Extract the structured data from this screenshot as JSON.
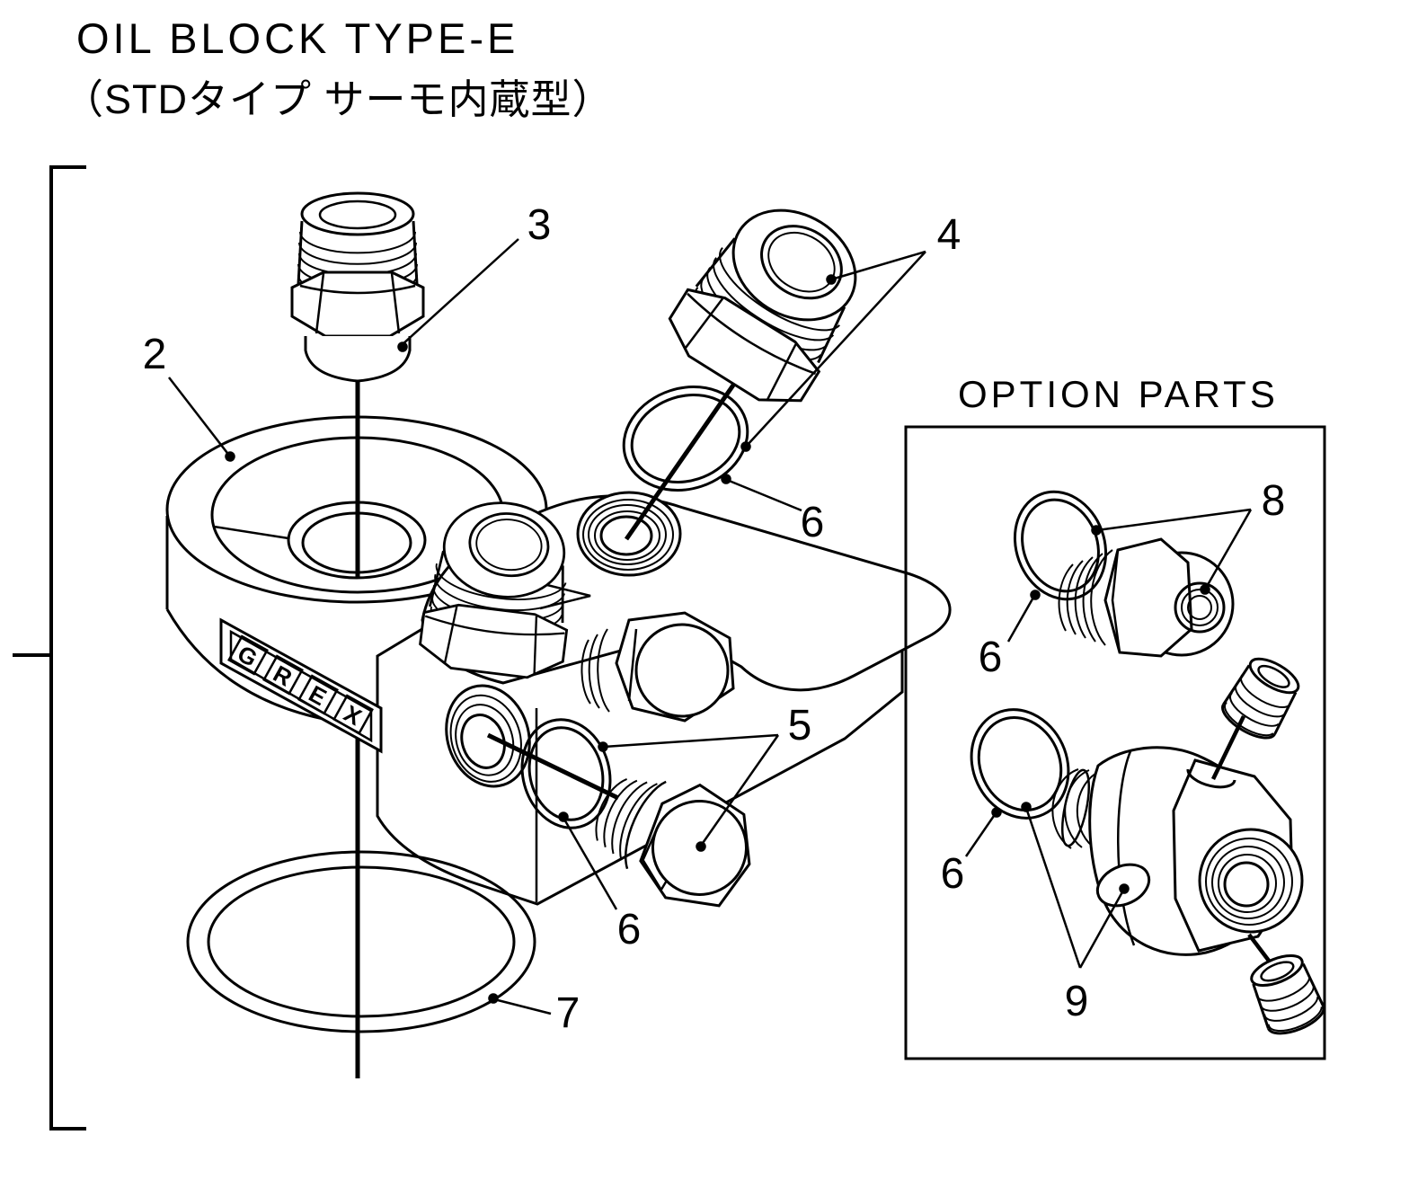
{
  "title": {
    "line1": "OIL BLOCK TYPE-E",
    "line2": "（STDタイプ サーモ内蔵型）"
  },
  "option": {
    "title": "OPTION PARTS"
  },
  "logo": {
    "letters": [
      "G",
      "R",
      "E",
      "X"
    ]
  },
  "callouts": {
    "n2": "2",
    "n3": "3",
    "n4": "4",
    "n5": "5",
    "n6_main_top": "6",
    "n6_main_bottom": "6",
    "n7": "7",
    "n8": "8",
    "n6_option_top": "6",
    "n6_option_bottom": "6",
    "n9": "9"
  },
  "colors": {
    "line": "#000000",
    "background": "#ffffff"
  }
}
